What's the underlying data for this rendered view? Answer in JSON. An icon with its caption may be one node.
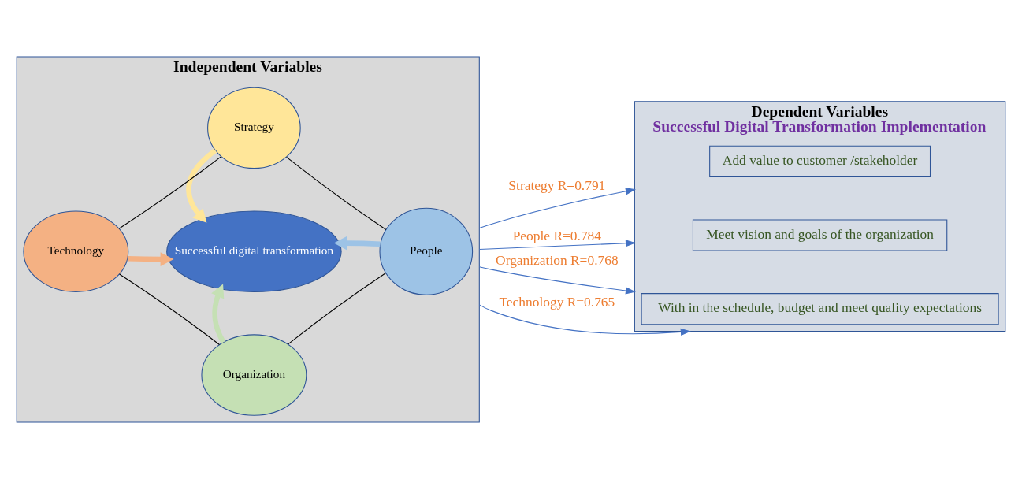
{
  "diagram": {
    "nodes": [
      {
        "text": [
          "Independent Variables"
        ]
      },
      {
        "text": [
          "Strategy"
        ],
        "in": 0
      },
      {
        "text": [
          "Successful digital transformation"
        ],
        "in": 0
      },
      {
        "text": [
          "People"
        ],
        "in": 0
      },
      {
        "text": [
          "Technology"
        ],
        "in": 0
      },
      {
        "text": [
          "Organization"
        ],
        "in": 0
      },
      {
        "text": [
          "Dependent Variables",
          "Successful Digital Transformation Implementation"
        ]
      },
      {
        "text": [
          "Add value to customer /stakeholder"
        ],
        "in": 6
      },
      {
        "text": [
          "Meet vision and goals of the organization"
        ],
        "in": 6
      },
      {
        "text": [
          "With in the schedule, budget and meet quality expectations"
        ],
        "in": 6
      }
    ],
    "edges": [
      {
        "from": 1,
        "to": 3,
        "arrow": "none"
      },
      {
        "from": 3,
        "to": 5,
        "arrow": "none"
      },
      {
        "from": 5,
        "to": 4,
        "arrow": "none"
      },
      {
        "from": 4,
        "to": 1,
        "arrow": "none"
      },
      {
        "from": 1,
        "to": 2,
        "arrow": "to",
        "style": "thick",
        "color": "#ffe699"
      },
      {
        "from": 3,
        "to": 2,
        "arrow": "to",
        "style": "thick",
        "color": "#9dc3e6"
      },
      {
        "from": 4,
        "to": 2,
        "arrow": "to",
        "style": "thick",
        "color": "#f4b183"
      },
      {
        "from": 5,
        "to": 2,
        "arrow": "to",
        "style": "thick",
        "color": "#c5e0b4"
      },
      {
        "from": 0,
        "to": 6,
        "arrow": "to",
        "label": "Strategy R=0.791",
        "color": "#4472c4"
      },
      {
        "from": 0,
        "to": 6,
        "arrow": "to",
        "label": "People R=0.784",
        "color": "#4472c4"
      },
      {
        "from": 0,
        "to": 6,
        "arrow": "to",
        "label": "Organization R=0.768",
        "color": "#4472c4"
      },
      {
        "from": 0,
        "to": 6,
        "arrow": "to",
        "label": "Technology R=0.765",
        "color": "#4472c4"
      }
    ]
  }
}
